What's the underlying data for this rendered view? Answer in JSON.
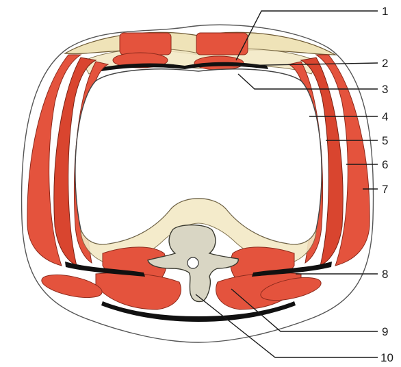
{
  "labels": {
    "l1": "1",
    "l2": "2",
    "l3": "3",
    "l4": "4",
    "l5": "5",
    "l6": "6",
    "l7": "7",
    "l8": "8",
    "l9": "9",
    "l10": "10"
  },
  "colors": {
    "muscle": "#e4533d",
    "fascia": "#efe3b8",
    "bone": "#d9d6c4",
    "outline": "#1a1a1a"
  }
}
